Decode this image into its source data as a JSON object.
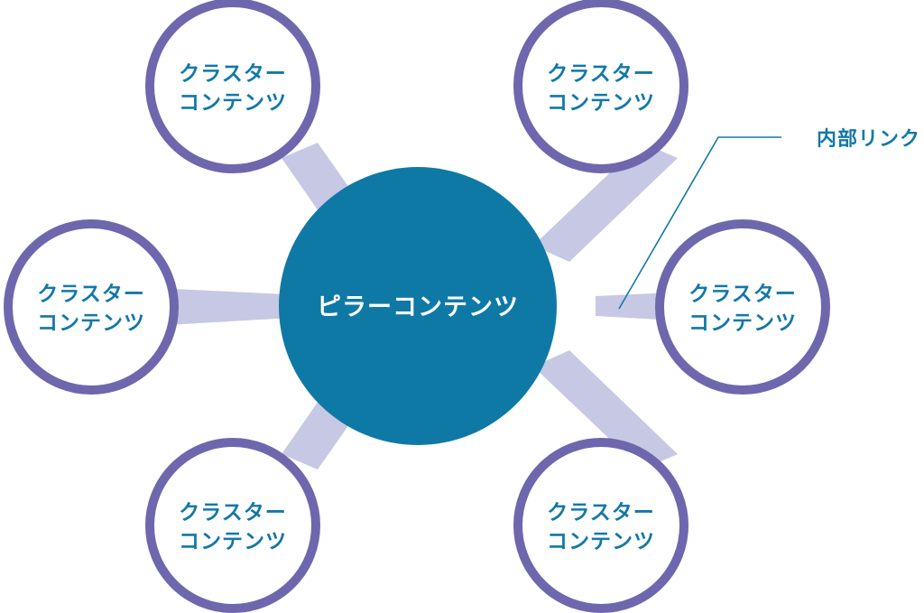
{
  "colors": {
    "pillar_fill": "#0f79a6",
    "cluster_border": "#6f67ad",
    "connector": "#c7c8e3",
    "label_text": "#1378a8"
  },
  "pillar": {
    "label": "ピラーコンテンツ"
  },
  "clusters": [
    {
      "line1": "クラスター",
      "line2": "コンテンツ"
    },
    {
      "line1": "クラスター",
      "line2": "コンテンツ"
    },
    {
      "line1": "クラスター",
      "line2": "コンテンツ"
    },
    {
      "line1": "クラスター",
      "line2": "コンテンツ"
    },
    {
      "line1": "クラスター",
      "line2": "コンテンツ"
    },
    {
      "line1": "クラスター",
      "line2": "コンテンツ"
    }
  ],
  "callout": {
    "label": "内部リンク"
  }
}
